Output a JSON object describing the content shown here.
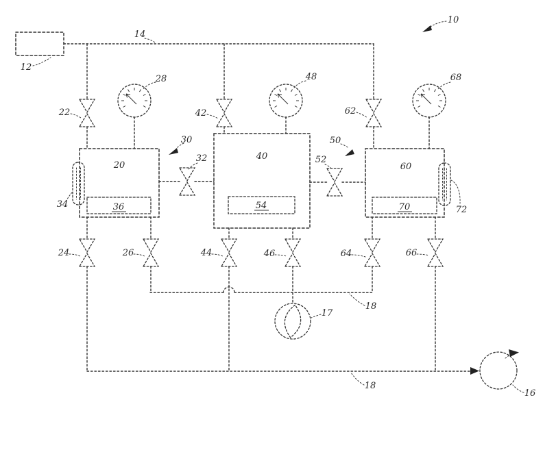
{
  "figure": {
    "kind": "patent-process-schematic",
    "colors": {
      "background": "#ffffff",
      "ink": "#343434"
    }
  },
  "refs": {
    "r10": "10",
    "r12": "12",
    "r14": "14",
    "r16": "16",
    "r17": "17",
    "r18a": "18",
    "r18b": "18",
    "r20": "20",
    "r22": "22",
    "r24": "24",
    "r26": "26",
    "r28": "28",
    "r30": "30",
    "r32": "32",
    "r34": "34",
    "r36": "36",
    "r40": "40",
    "r42": "42",
    "r44": "44",
    "r46": "46",
    "r48": "48",
    "r50": "50",
    "r52": "52",
    "r54": "54",
    "r60": "60",
    "r62": "62",
    "r64": "64",
    "r66": "66",
    "r68": "68",
    "r70": "70",
    "r72": "72"
  }
}
